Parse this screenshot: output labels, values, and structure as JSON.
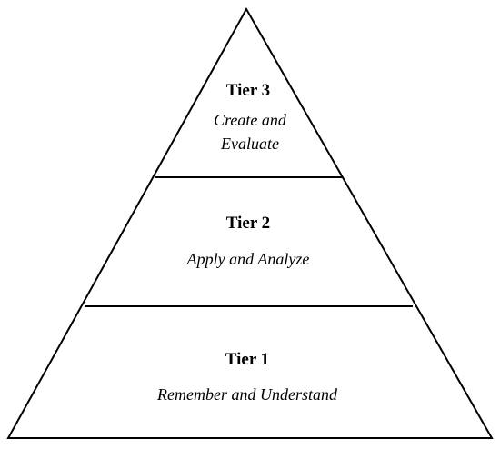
{
  "diagram": {
    "type": "pyramid",
    "line_color": "#000000",
    "fill_color": "#ffffff",
    "tiers": [
      {
        "title": "Tier 3",
        "description_lines": [
          "Create and",
          "Evaluate"
        ]
      },
      {
        "title": "Tier 2",
        "description_lines": [
          "Apply and Analyze"
        ]
      },
      {
        "title": "Tier 1",
        "description_lines": [
          "Remember and Understand"
        ]
      }
    ]
  }
}
